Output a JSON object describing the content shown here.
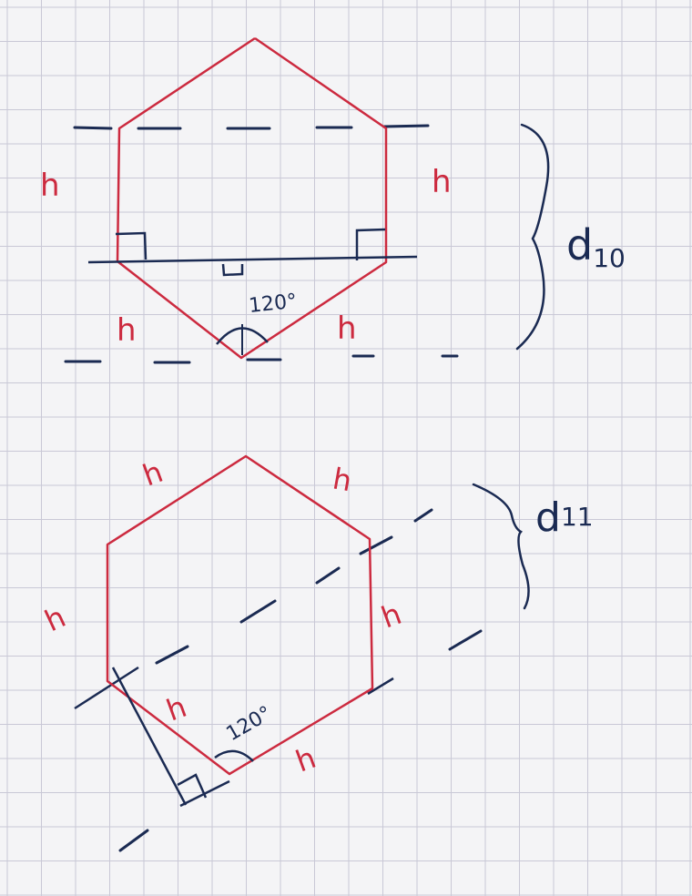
{
  "colors": {
    "paper": "#f4f4f6",
    "grid": "#c9c8d6",
    "red_ink": "#cc2a3f",
    "blue_ink": "#1a2a52"
  },
  "diagram_top": {
    "side_labels": [
      "h",
      "h",
      "h",
      "h"
    ],
    "angle_label": "120°",
    "distance_label": "d",
    "distance_subscript": "10"
  },
  "diagram_bottom": {
    "side_labels": [
      "h",
      "h",
      "h",
      "h",
      "h",
      "h"
    ],
    "angle_label": "120°",
    "distance_label": "d",
    "distance_subscript": "11"
  }
}
